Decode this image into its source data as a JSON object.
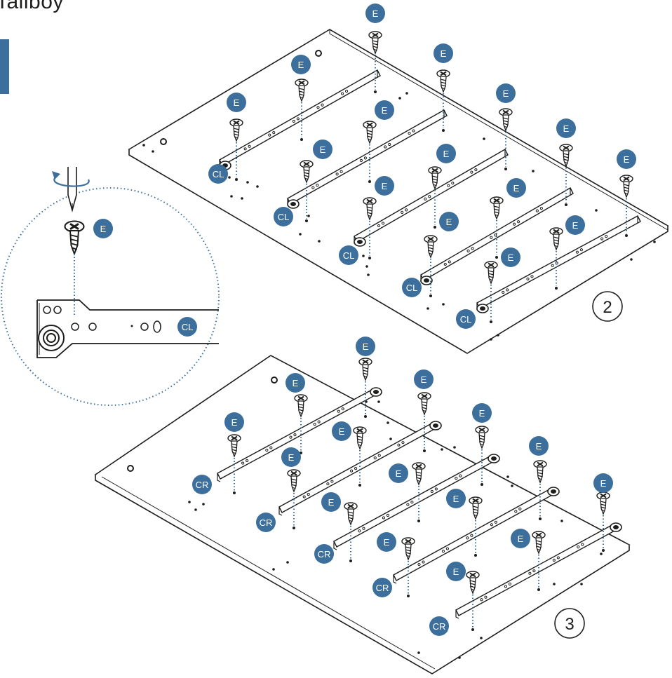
{
  "title": "Tallboy",
  "colors": {
    "badge": "#3d6f9c",
    "line": "#1d1d1b",
    "dotted": "#3d6f9c"
  },
  "detail": {
    "screw_label": "E",
    "rail_label": "CL"
  },
  "steps": [
    {
      "number": "2",
      "screw_label": "E",
      "rail_label": "CL",
      "rail_count": 5,
      "screws_per_rail": 3
    },
    {
      "number": "3",
      "screw_label": "E",
      "rail_label": "CR",
      "rail_count": 5,
      "screws_per_rail": 3
    }
  ]
}
